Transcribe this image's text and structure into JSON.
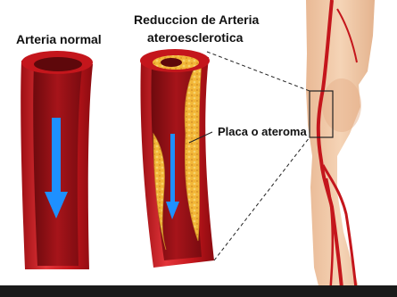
{
  "labels": {
    "normal_artery": "Arteria normal",
    "reduced_artery_line1": "Reduccion de Arteria",
    "reduced_artery_line2": "ateroesclerotica",
    "plaque": "Placa o ateroma"
  },
  "colors": {
    "artery_wall": "#c4161c",
    "artery_wall_light": "#e03a3a",
    "lumen": "#8e0e12",
    "flow_arrow": "#1e90ff",
    "plaque": "#f2b637",
    "skin": "#f0c9a6",
    "leader_line": "#222222"
  }
}
